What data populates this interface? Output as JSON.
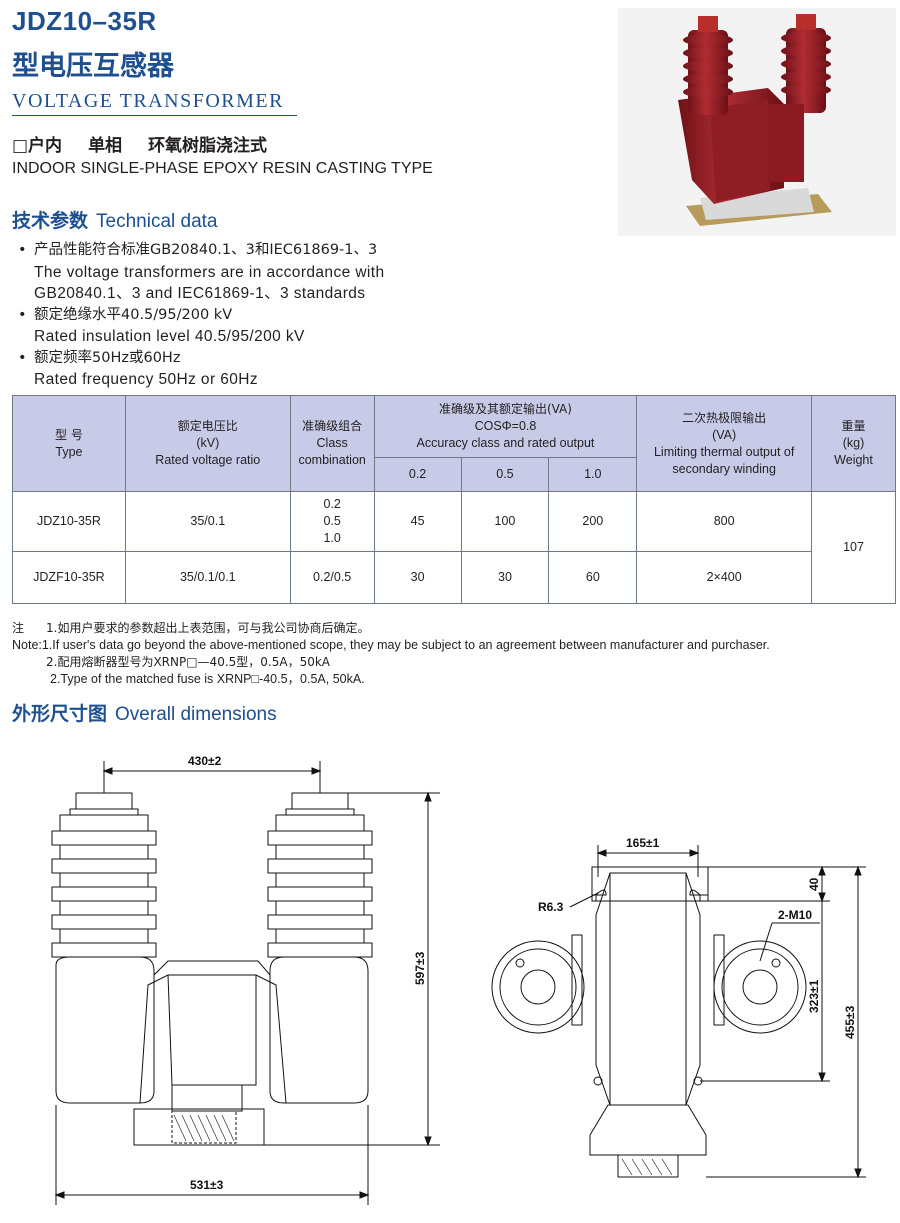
{
  "header": {
    "model": "JDZ10–35R",
    "title_cn": "型电压互感器",
    "title_en": "VOLTAGE TRANSFORMER",
    "subtype_cn": [
      "□户内",
      "单相",
      "环氧树脂浇注式"
    ],
    "subtype_en": "INDOOR SINGLE-PHASE EPOXY RESIN CASTING TYPE"
  },
  "technical": {
    "heading_cn": "技术参数",
    "heading_en": "Technical data",
    "bullets": [
      {
        "cn": "产品性能符合标准GB20840.1、3和IEC61869-1、3",
        "en1": "The voltage transformers are in accordance with",
        "en2": "GB20840.1、3 and IEC61869-1、3 standards"
      },
      {
        "cn": "额定绝缘水平40.5/95/200 kV",
        "en1": "Rated insulation level 40.5/95/200 kV"
      },
      {
        "cn": "额定频率50Hz或60Hz",
        "en1": "Rated frequency 50Hz or 60Hz"
      }
    ]
  },
  "table": {
    "headers": {
      "type": {
        "cn": "型 号",
        "en": "Type"
      },
      "ratio": {
        "cn": "额定电压比",
        "unit": "(kV)",
        "en": "Rated voltage ratio"
      },
      "class": {
        "cn": "准确级组合",
        "en1": "Class",
        "en2": "combination"
      },
      "accuracy": {
        "cn": "准确级及其额定输出(VA)",
        "cos": "COSΦ=0.8",
        "en": "Accuracy class and rated output",
        "sub": [
          "0.2",
          "0.5",
          "1.0"
        ]
      },
      "thermal": {
        "cn": "二次热极限输出",
        "unit": "(VA)",
        "en1": "Limiting thermal output of",
        "en2": "secondary winding"
      },
      "weight": {
        "cn": "重量",
        "unit": "(kg)",
        "en": "Weight"
      }
    },
    "rows": [
      {
        "type": "JDZ10-35R",
        "ratio": "35/0.1",
        "class": [
          "0.2",
          "0.5",
          "1.0"
        ],
        "acc": [
          "45",
          "100",
          "200"
        ],
        "thermal": "800"
      },
      {
        "type": "JDZF10-35R",
        "ratio": "35/0.1/0.1",
        "class": [
          "0.2/0.5"
        ],
        "acc": [
          "30",
          "30",
          "60"
        ],
        "thermal": "2×400"
      }
    ],
    "weight": "107"
  },
  "notes": {
    "label_cn": "注",
    "n1_cn": "1.如用户要求的参数超出上表范围，可与我公司协商后确定。",
    "n1_en": "Note:1.If user's data go beyond the above-mentioned scope, they may be subject to an agreement between manufacturer and purchaser.",
    "n2_cn": "2.配用熔断器型号为XRNP□—40.5型，0.5A，50kA",
    "n2_en": "2.Type of the matched fuse is XRNP□-40.5，0.5A, 50kA."
  },
  "dimensions": {
    "heading_cn": "外形尺寸图",
    "heading_en": "Overall dimensions",
    "front": {
      "top_width": "430±2",
      "height": "597±3",
      "base_width": "531±3"
    },
    "side": {
      "top_width": "165±1",
      "radius": "R6.3",
      "offset": "40",
      "holes": "2-M10",
      "inner": "323±1",
      "total": "455±3"
    }
  },
  "colors": {
    "brand_blue": "#1d4f91",
    "table_header": "#c8cbe8",
    "product_red": "#a0242b"
  }
}
